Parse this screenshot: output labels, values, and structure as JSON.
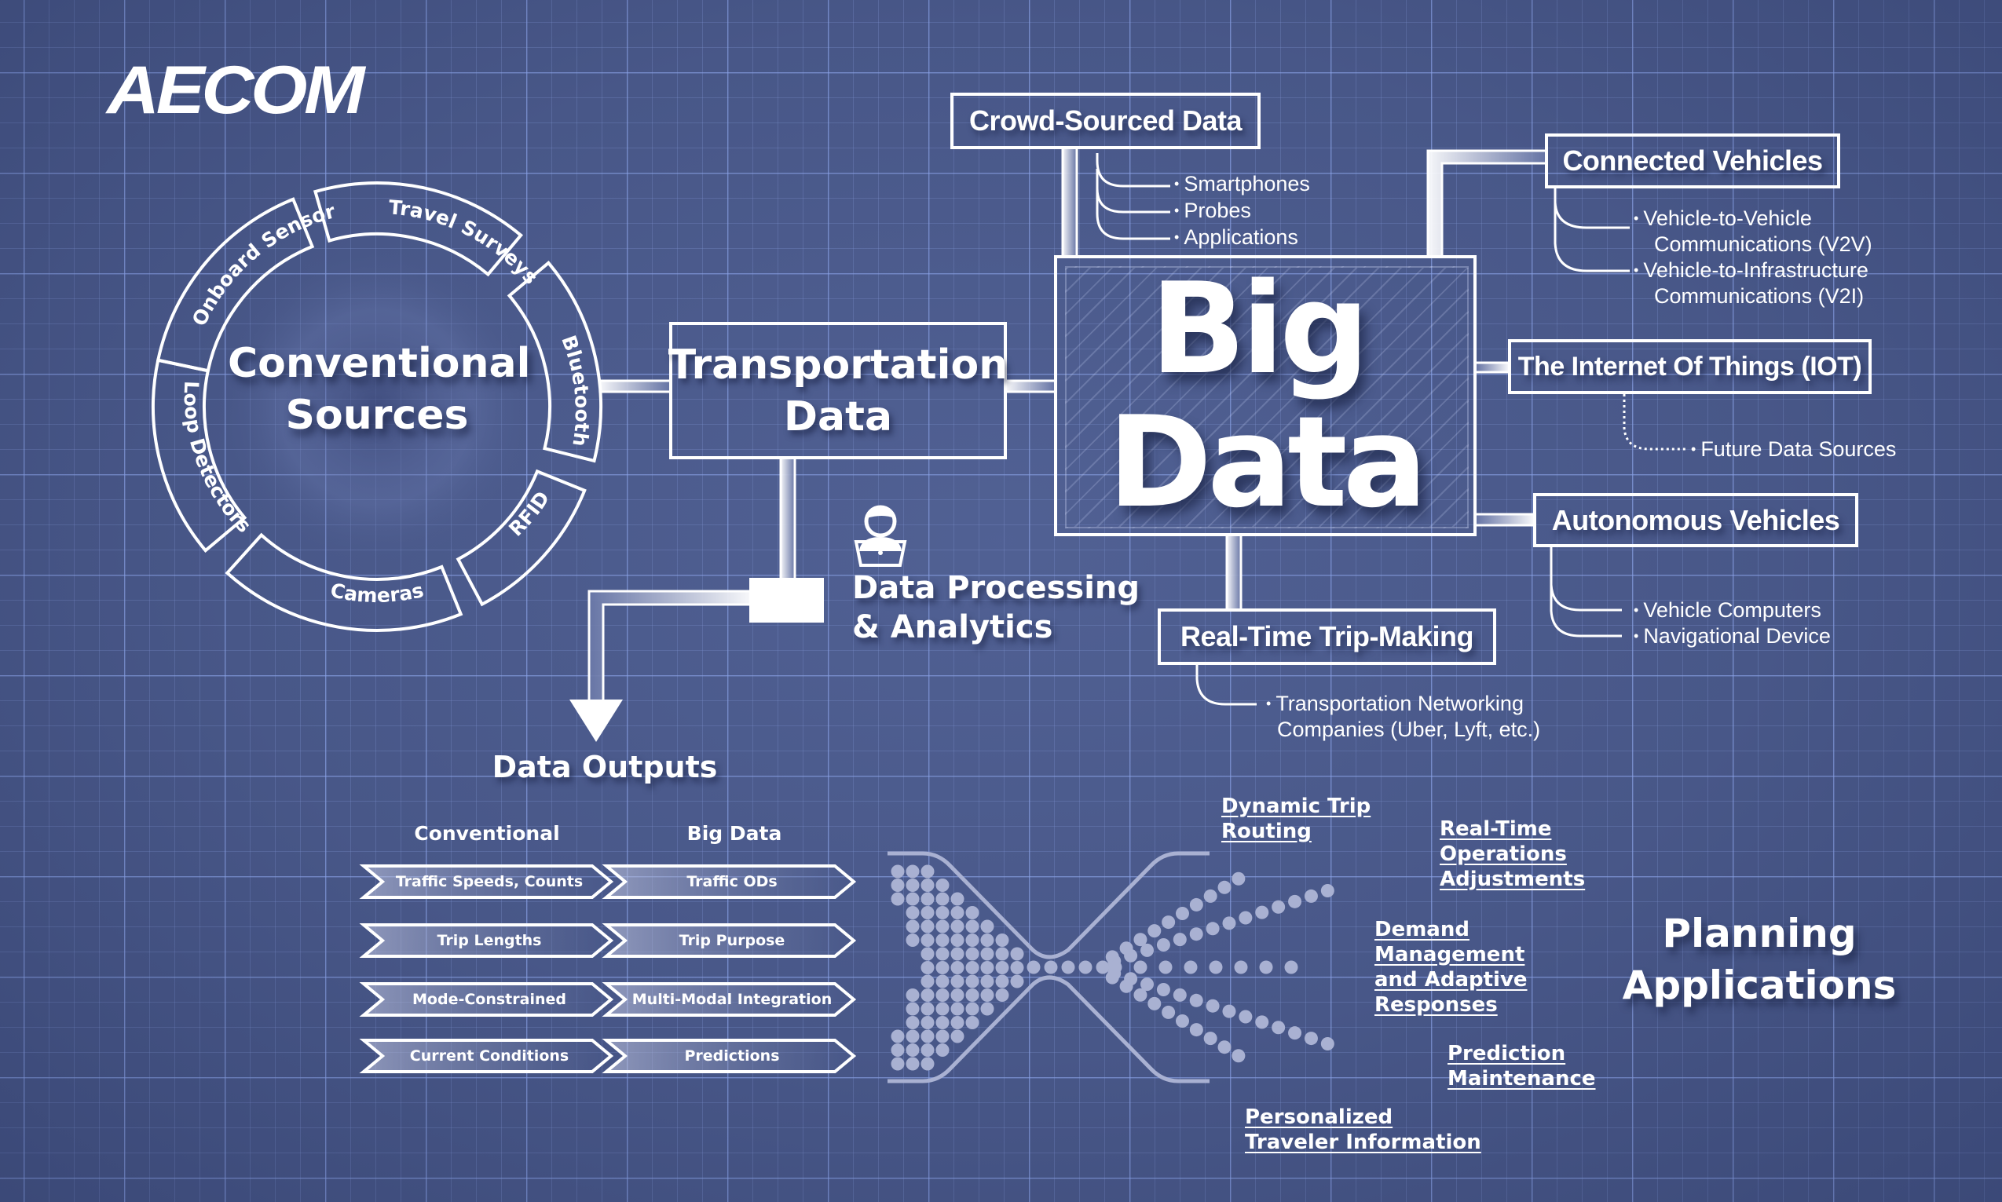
{
  "brand": {
    "logo_text": "AECOM"
  },
  "colors": {
    "background": "#485788",
    "grid_major": "#8ca5eb",
    "line": "#ffffff",
    "dots": "#a9b1d2"
  },
  "conventional_sources": {
    "title_line1": "Conventional",
    "title_line2": "Sources",
    "segments": [
      "Onboard Sensors",
      "Travel Surveys",
      "Bluetooth",
      "RFID",
      "Cameras",
      "Loop Detectors"
    ]
  },
  "transportation_data": {
    "line1": "Transportation",
    "line2": "Data"
  },
  "big_data": {
    "line1": "Big",
    "line2": "Data"
  },
  "crowd_sourced": {
    "title": "Crowd-Sourced Data",
    "items": [
      "Smartphones",
      "Probes",
      "Applications"
    ]
  },
  "connected_vehicles": {
    "title": "Connected Vehicles",
    "items": [
      {
        "line1": "Vehicle-to-Vehicle",
        "line2": "Communications (V2V)"
      },
      {
        "line1": "Vehicle-to-Infrastructure",
        "line2": "Communications (V2I)"
      }
    ]
  },
  "iot": {
    "title": "The Internet Of Things (IOT)",
    "items": [
      "Future Data Sources"
    ]
  },
  "autonomous_vehicles": {
    "title": "Autonomous Vehicles",
    "items": [
      "Vehicle Computers",
      "Navigational Device"
    ]
  },
  "real_time_trip": {
    "title": "Real-Time Trip-Making",
    "items": [
      {
        "line1": "Transportation Networking",
        "line2": "Companies (Uber, Lyft, etc.)"
      }
    ]
  },
  "data_processing": {
    "line1": "Data Processing",
    "line2": "& Analytics",
    "icon": "person-laptop-icon"
  },
  "data_outputs": {
    "title": "Data Outputs",
    "columns": [
      "Conventional",
      "Big Data"
    ],
    "rows": [
      [
        "Traffic Speeds, Counts",
        "Traffic ODs"
      ],
      [
        "Trip Lengths",
        "Trip Purpose"
      ],
      [
        "Mode-Constrained",
        "Multi-Modal Integration"
      ],
      [
        "Current Conditions",
        "Predictions"
      ]
    ]
  },
  "planning_applications": {
    "title_line1": "Planning",
    "title_line2": "Applications",
    "items": [
      "Dynamic Trip\nRouting",
      "Real-Time\nOperations\nAdjustments",
      "Demand\nManagement\nand Adaptive\nResponses",
      "Prediction\nMaintenance",
      "Personalized\nTraveler Information"
    ]
  }
}
